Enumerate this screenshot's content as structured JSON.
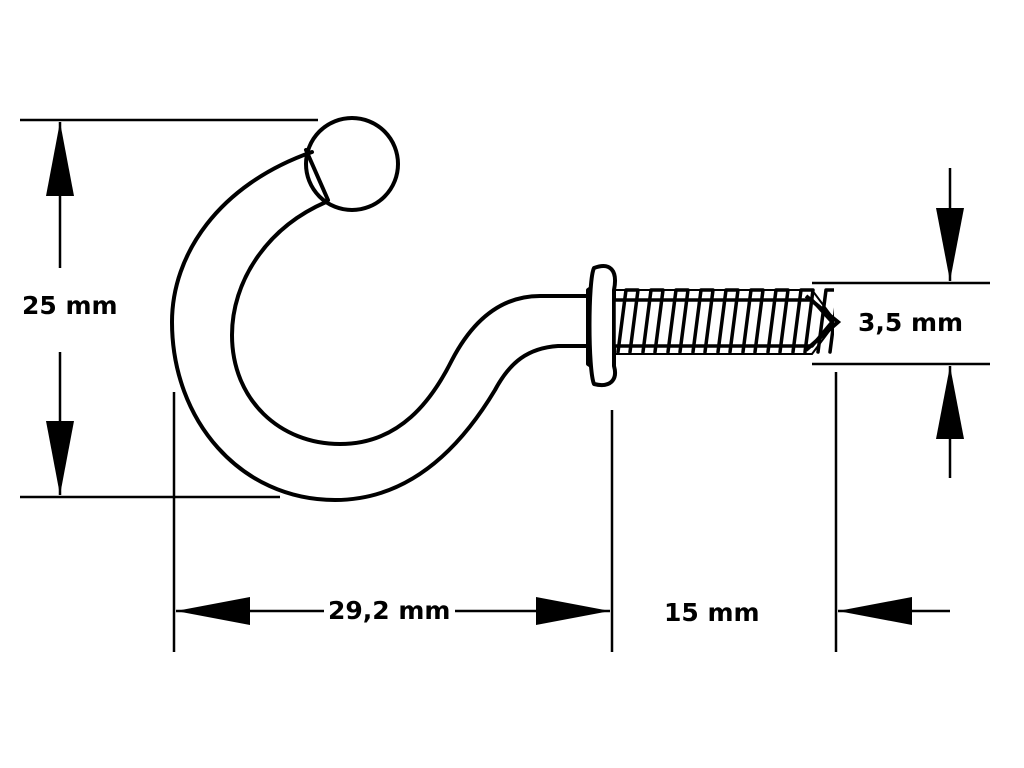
{
  "diagram": {
    "subject": "cup-hook",
    "line_color": "#000000",
    "background_color": "#ffffff",
    "dimensions": {
      "height": "25 mm",
      "shank_length": "29,2 mm",
      "thread_length": "15 mm",
      "thread_diameter": "3,5 mm"
    }
  }
}
